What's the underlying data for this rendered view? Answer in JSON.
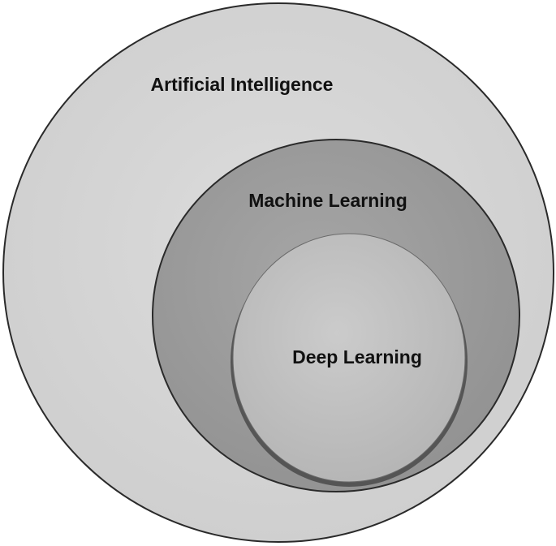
{
  "diagram": {
    "type": "nested-circles",
    "regions": [
      {
        "label": "Artificial Intelligence",
        "color": "#d4d4d4"
      },
      {
        "label": "Machine Learning",
        "color": "#9c9c9c"
      },
      {
        "label": "Deep Learning",
        "color": "#c2c2c2"
      }
    ],
    "outline_color": "#2a2a2a"
  }
}
